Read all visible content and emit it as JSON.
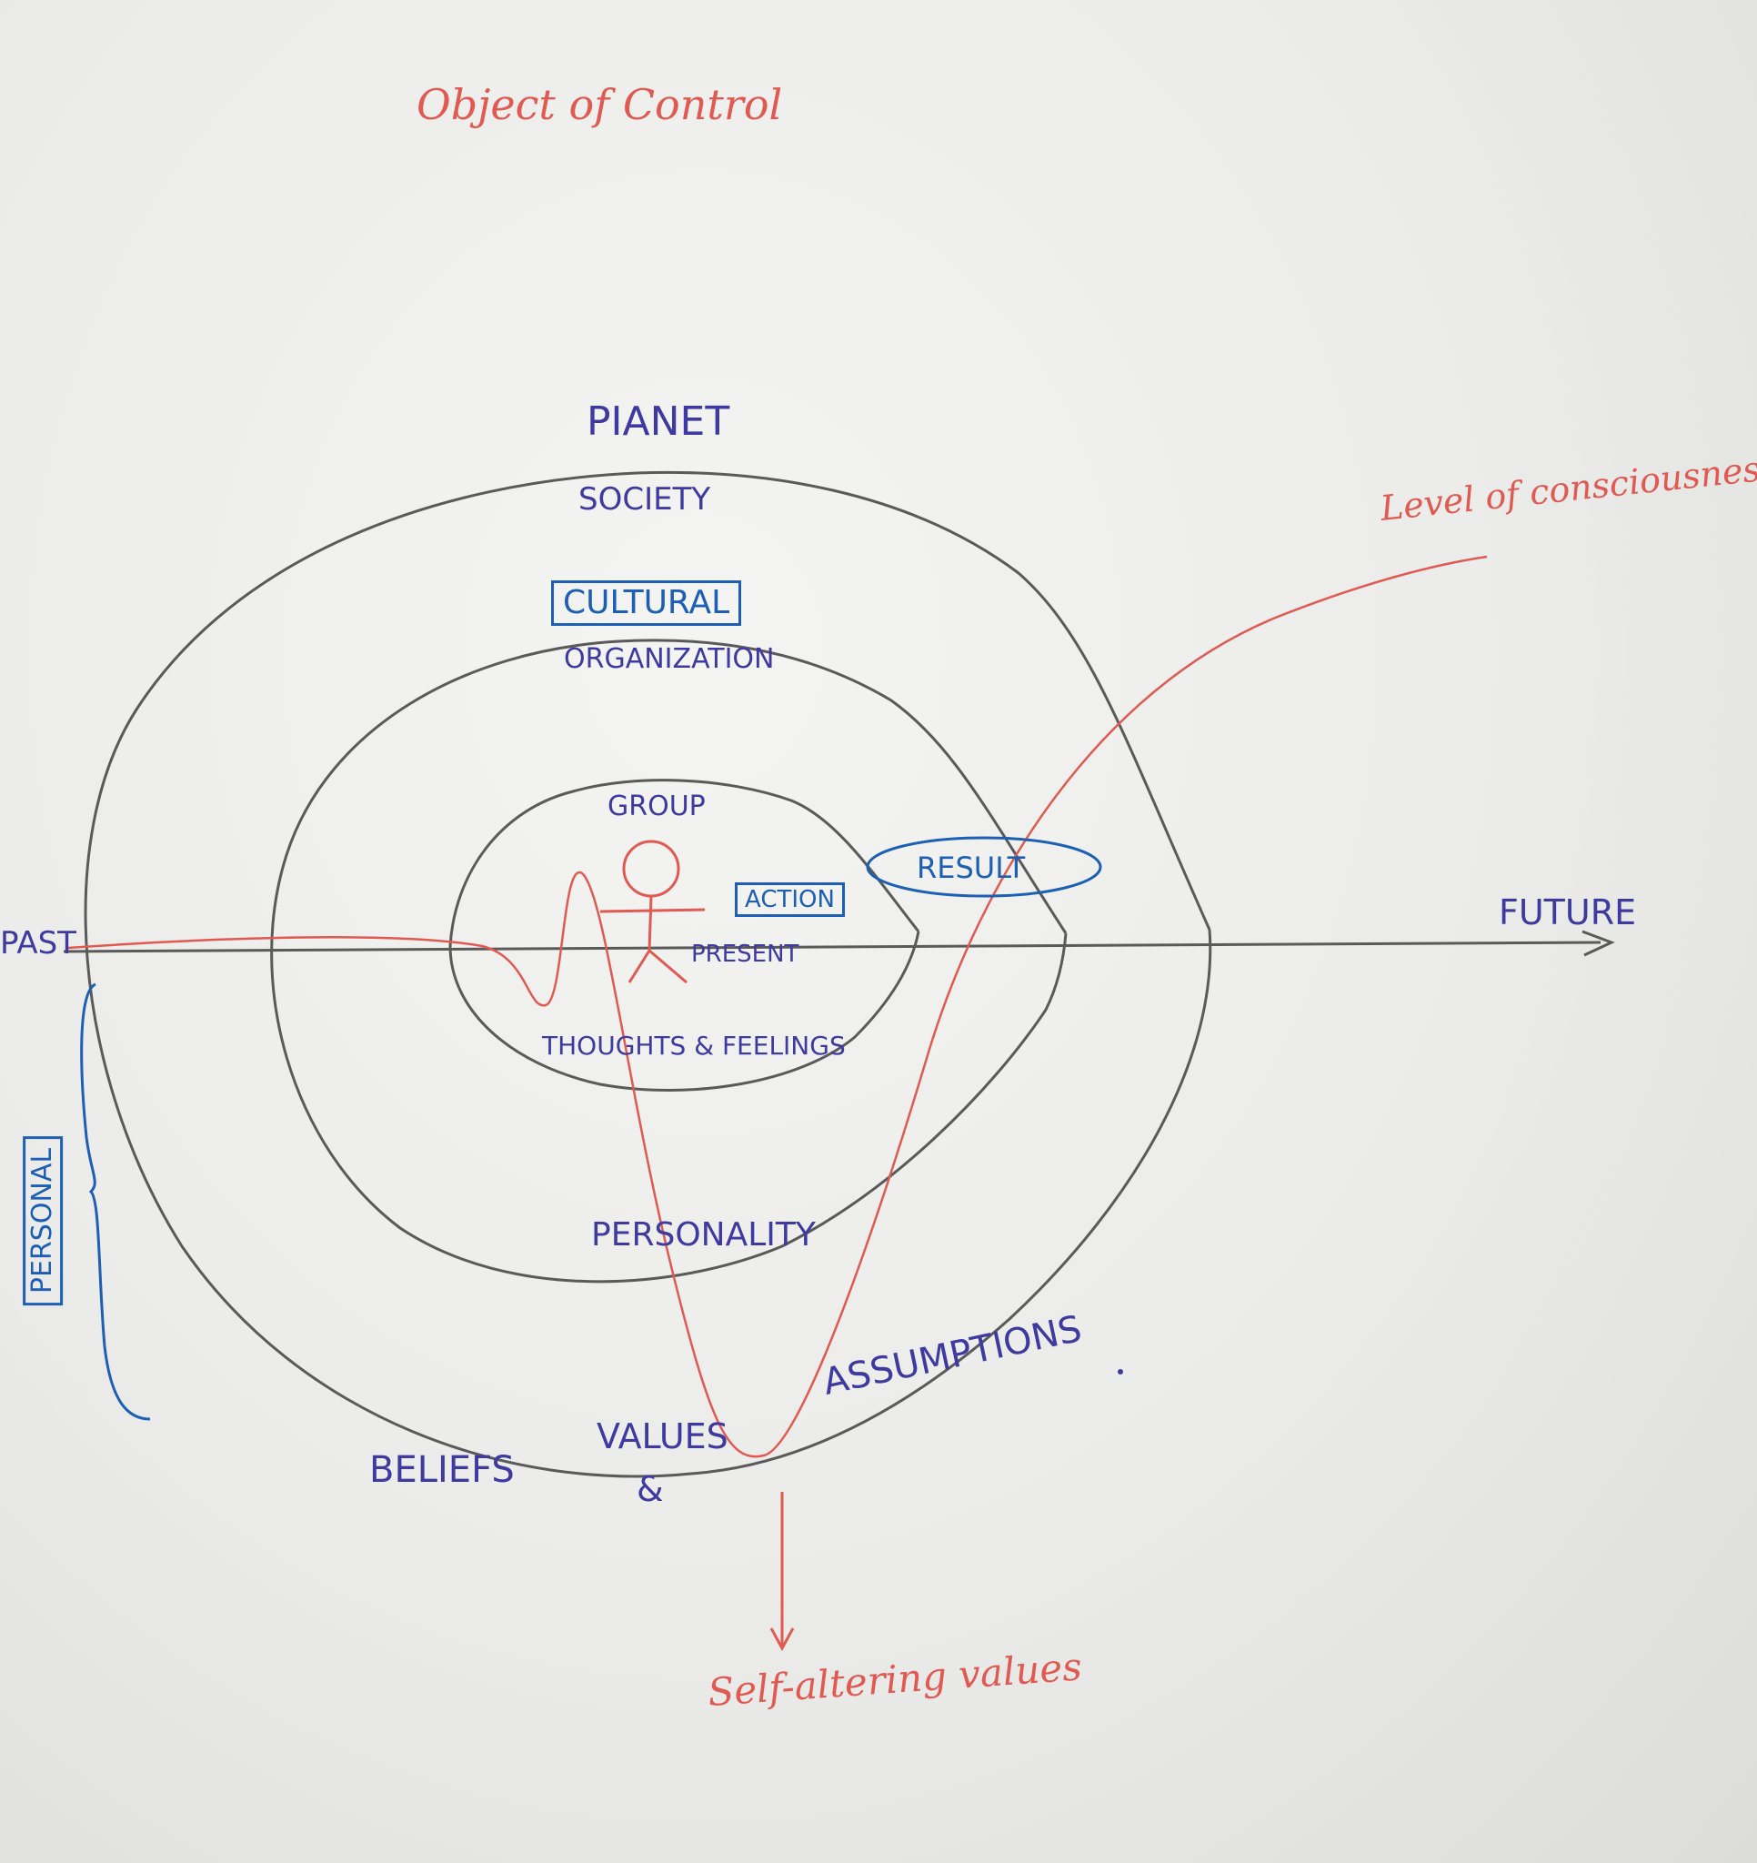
{
  "title": "Object of Control",
  "labels": {
    "planet": "PIANET",
    "society": "SOCIETY",
    "cultural": "CULTURAL",
    "organization": "ORGANIZATION",
    "group": "GROUP",
    "action": "ACTION",
    "result": "RESULT",
    "present": "PRESENT",
    "thoughts_feelings": "THOUGHTS & FEELINGS",
    "personality": "PERSONALITY",
    "beliefs": "BELIEFS",
    "values": "VALUES",
    "ampersand": "&",
    "assumptions": "ASSUMPTIONS",
    "past": "PAST",
    "future": "FUTURE",
    "personal": "PERSONAL"
  },
  "annotations": {
    "level_of_consciousness": "Level of consciousness",
    "self_altering_values": "Self-altering values"
  },
  "colors": {
    "ink_blue": "#3e3aa0",
    "box_blue": "#1c5fb5",
    "ink_red": "#e05a52",
    "pencil": "#5a5a5a"
  }
}
